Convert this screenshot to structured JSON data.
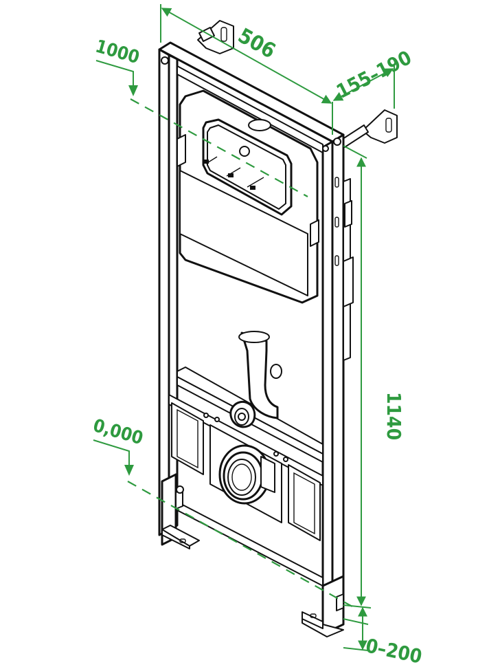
{
  "dimensions": {
    "width_label": "506",
    "depth_label": "155–190",
    "height_label": "1140",
    "leg_adjust_label": "0–200",
    "flush_height_label": "1000",
    "floor_level_label": "0,000"
  },
  "colors": {
    "dimension_green": "#2e9a3f",
    "outline": "#111111",
    "background": "#ffffff"
  }
}
